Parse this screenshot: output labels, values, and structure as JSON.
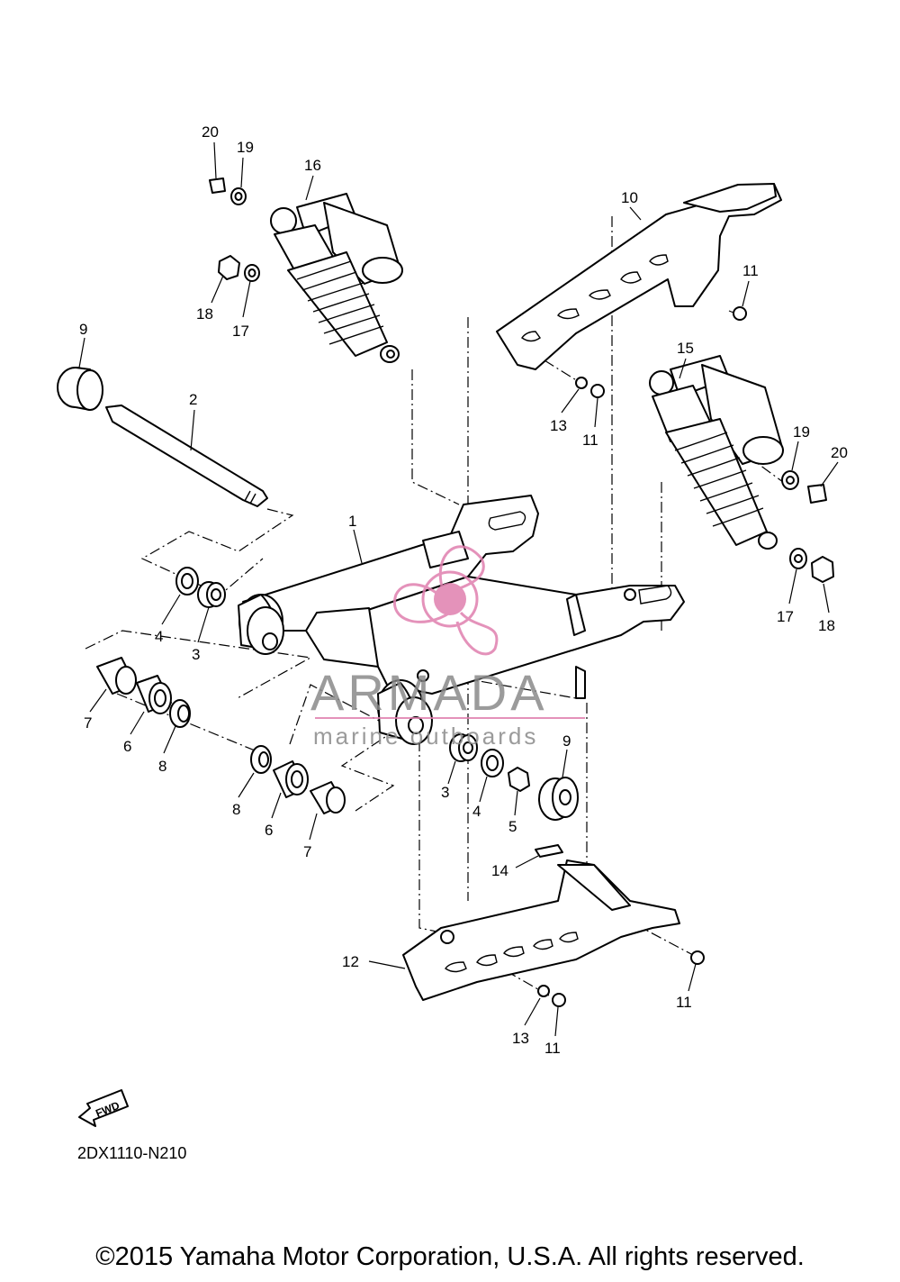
{
  "diagram": {
    "code": "2DX1110-N210",
    "fwd_label": "FWD",
    "copyright": "©2015 Yamaha Motor Corporation, U.S.A. All rights reserved.",
    "watermark": {
      "title": "ARMADA",
      "subtitle": "marine outboards",
      "accent_color": "#e07fae"
    },
    "callouts": [
      "20",
      "19",
      "16",
      "18",
      "17",
      "9",
      "2",
      "10",
      "11",
      "13",
      "11",
      "15",
      "19",
      "20",
      "17",
      "18",
      "1",
      "4",
      "3",
      "7",
      "6",
      "8",
      "8",
      "6",
      "7",
      "3",
      "4",
      "5",
      "9",
      "14",
      "12",
      "11",
      "13",
      "11"
    ]
  }
}
